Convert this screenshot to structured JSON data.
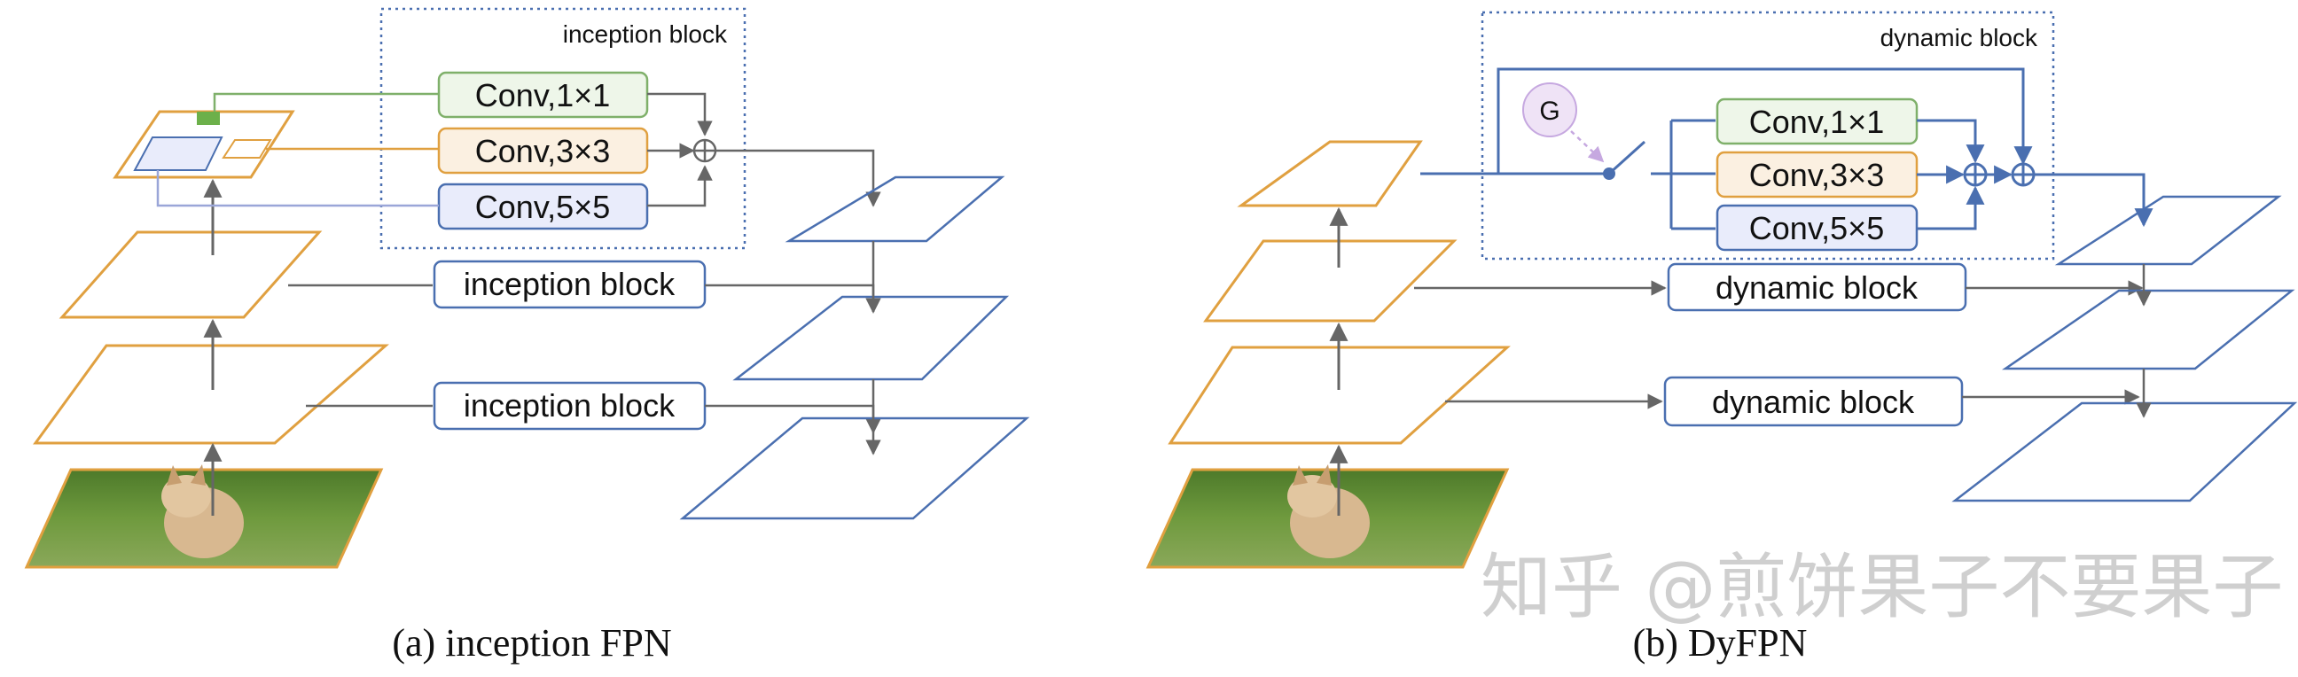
{
  "panel_a": {
    "region_label": "inception block",
    "conv_1": "Conv,1×1",
    "conv_3": "Conv,3×3",
    "conv_5": "Conv,5×5",
    "block_top": "inception block",
    "block_bottom": "inception block",
    "caption": "(a)  inception FPN"
  },
  "panel_b": {
    "region_label": "dynamic block",
    "gate": "G",
    "conv_1": "Conv,1×1",
    "conv_3": "Conv,3×3",
    "conv_5": "Conv,5×5",
    "block_top": "dynamic block",
    "block_bottom": "dynamic block",
    "caption": "(b)  DyFPN"
  },
  "watermark": "知乎 @煎饼果子不要果子",
  "colors": {
    "orange": "#e0a040",
    "blue": "#4a6fb0",
    "green": "#7fb06a",
    "arrow": "#666666",
    "green_fill": "#eef6e9",
    "orange_fill": "#fbf0e1",
    "blue_fill": "#e9ecfb",
    "gate_fill": "#efe3f6",
    "gate_stroke": "#c6a8e0"
  },
  "icons": [
    "kitten-photo",
    "adder-icon",
    "switch-icon"
  ]
}
